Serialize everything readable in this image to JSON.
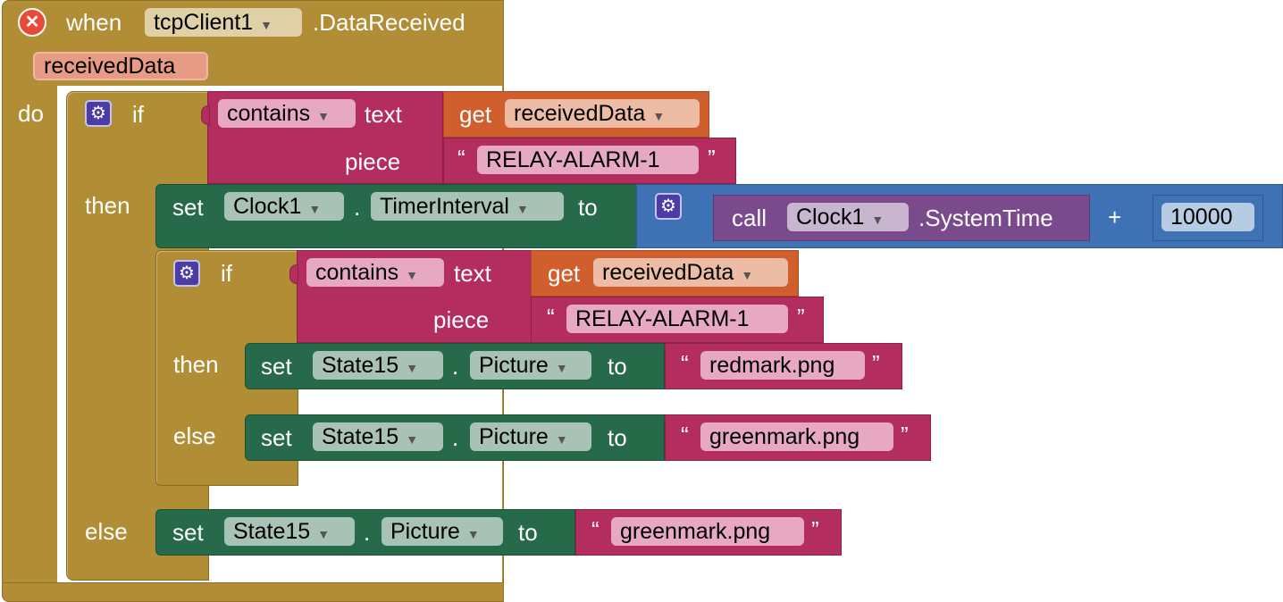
{
  "event": {
    "keyword": "when",
    "component": "tcpClient1",
    "event_name": ".DataReceived",
    "param": "receivedData",
    "do_label": "do"
  },
  "outer_if": {
    "if_label": "if",
    "then_label": "then",
    "else_label": "else",
    "cond": {
      "op": "contains",
      "text_label": "text",
      "piece_label": "piece",
      "get_label": "get",
      "var": "receivedData",
      "piece": "RELAY-ALARM-1"
    },
    "set1": {
      "set_label": "set",
      "component": "Clock1",
      "dot": ".",
      "property": "TimerInterval",
      "to_label": "to",
      "plus": "+",
      "number": "10000",
      "call": {
        "call_label": "call",
        "component": "Clock1",
        "method": ".SystemTime"
      }
    },
    "else_set": {
      "set_label": "set",
      "component": "State15",
      "dot": ".",
      "property": "Picture",
      "to_label": "to",
      "value": "greenmark.png"
    }
  },
  "inner_if": {
    "if_label": "if",
    "then_label": "then",
    "else_label": "else",
    "cond": {
      "op": "contains",
      "text_label": "text",
      "piece_label": "piece",
      "get_label": "get",
      "var": "receivedData",
      "piece": "RELAY-ALARM-1"
    },
    "then_set": {
      "set_label": "set",
      "component": "State15",
      "dot": ".",
      "property": "Picture",
      "to_label": "to",
      "value": "redmark.png"
    },
    "else_set": {
      "set_label": "set",
      "component": "State15",
      "dot": ".",
      "property": "Picture",
      "to_label": "to",
      "value": "greenmark.png"
    }
  },
  "quote_open": "“",
  "quote_close": "”",
  "colors": {
    "control": "#b18e35",
    "text": "#b32d5e",
    "component": "#266a49",
    "variable": "#d05f2d",
    "math": "#3f71b5",
    "procedure": "#7a4b8c"
  },
  "icons": {
    "delete": "close-circle-icon",
    "mutator": "gear-icon",
    "dropdown": "dropdown-arrow-icon"
  }
}
